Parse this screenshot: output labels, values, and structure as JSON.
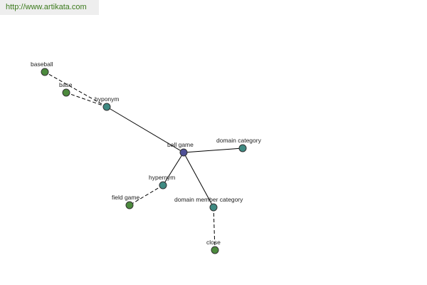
{
  "header": {
    "url": "http://www.artikata.com"
  },
  "colors": {
    "center_node": "#4e4f96",
    "relation_node": "#3f8a82",
    "leaf_node": "#4c8a3d",
    "url_text": "#3b7a1c"
  },
  "graph": {
    "nodes": [
      {
        "id": "ball_game",
        "label": "ball game",
        "kind": "center"
      },
      {
        "id": "hyponym",
        "label": "hyponym",
        "kind": "relation"
      },
      {
        "id": "domain_category",
        "label": "domain category",
        "kind": "relation"
      },
      {
        "id": "hypernym",
        "label": "hypernym",
        "kind": "relation"
      },
      {
        "id": "domain_member_category",
        "label": "domain member category",
        "kind": "relation"
      },
      {
        "id": "baseball",
        "label": "baseball",
        "kind": "leaf"
      },
      {
        "id": "base",
        "label": "base",
        "kind": "leaf"
      },
      {
        "id": "field_game",
        "label": "field game",
        "kind": "leaf"
      },
      {
        "id": "close",
        "label": "close",
        "kind": "leaf"
      }
    ],
    "edges": [
      {
        "from": "ball_game",
        "to": "hyponym",
        "style": "solid"
      },
      {
        "from": "ball_game",
        "to": "domain_category",
        "style": "solid"
      },
      {
        "from": "ball_game",
        "to": "hypernym",
        "style": "solid"
      },
      {
        "from": "ball_game",
        "to": "domain_member_category",
        "style": "solid"
      },
      {
        "from": "hyponym",
        "to": "baseball",
        "style": "dashed"
      },
      {
        "from": "hyponym",
        "to": "base",
        "style": "dashed"
      },
      {
        "from": "hypernym",
        "to": "field_game",
        "style": "dashed"
      },
      {
        "from": "domain_member_category",
        "to": "close",
        "style": "dashed"
      }
    ]
  }
}
